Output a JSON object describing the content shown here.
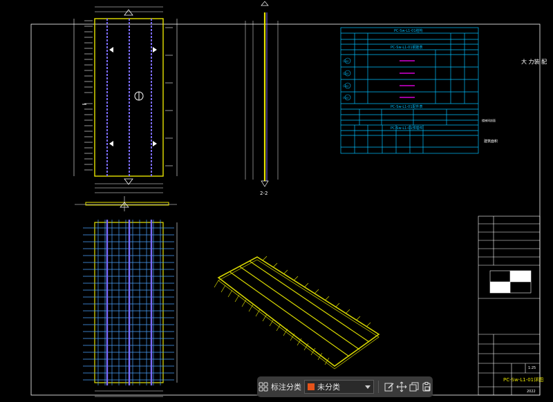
{
  "colors": {
    "frame": "#ffffff",
    "table": "#00bfff",
    "panel": "#e7e300",
    "rebar": "#7b6cff",
    "grid": "#4aa3ff",
    "marker": "#ff00ff",
    "iso": "#d6d600"
  },
  "table": {
    "title": "PC-Sw-L1-01结构",
    "section2_title": "PC-Sw-L1-01钢筋表",
    "section3_title": "PC-Sw-L1-01配件表",
    "section4_title": "PC-Sw-L1-01预埋件",
    "note": "建筑面积",
    "row_small": "楼梯间剖面",
    "rows": [
      "(1a)",
      "(2a)",
      "(3a)",
      "(4a)"
    ]
  },
  "sheet": {
    "title_big": "大 力装 配",
    "drawing_title": "PC-Sw-L1-01详图",
    "scale": "1:25",
    "no": "2022"
  },
  "labels": {
    "section_22": "2-2"
  },
  "toolbar": {
    "label": "标注分类",
    "select_value": "未分类",
    "icons": [
      "grid-icon",
      "edit-icon",
      "move-icon",
      "copy-icon",
      "paste-icon"
    ]
  }
}
